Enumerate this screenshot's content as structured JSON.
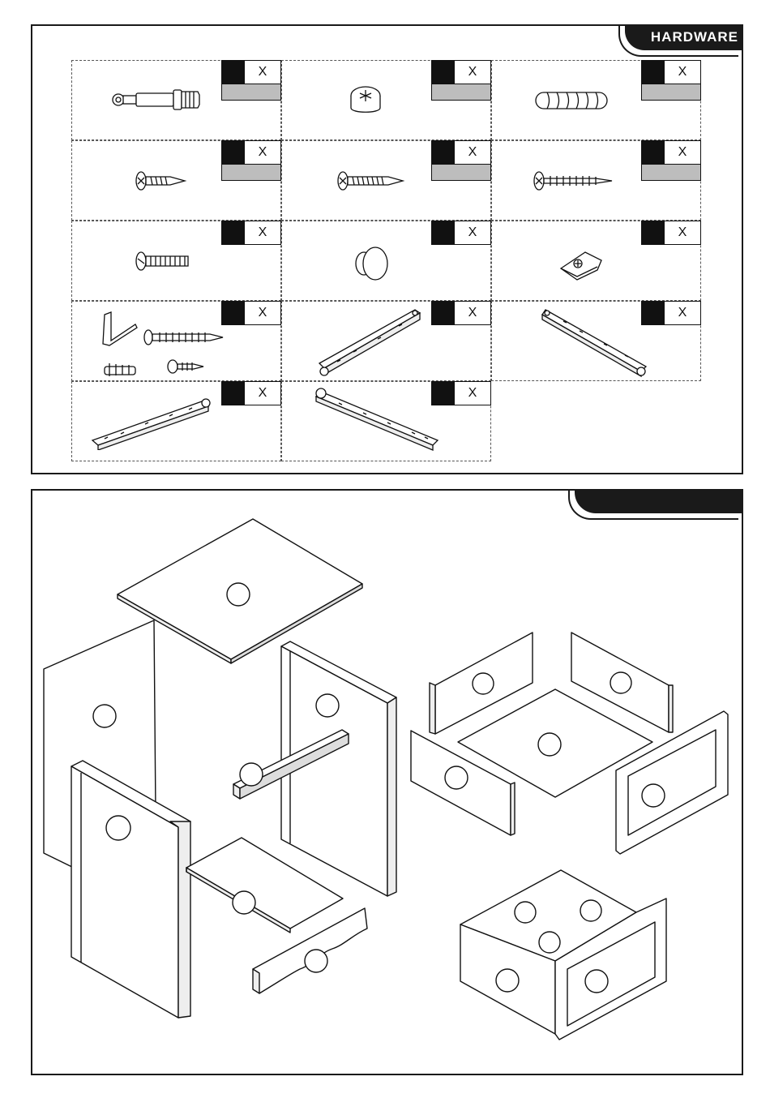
{
  "hardware": {
    "title": "HARDWARE",
    "items": [
      {
        "icon": "cam-bolt-icon",
        "qty": "X",
        "has_bar": true
      },
      {
        "icon": "cam-lock-icon",
        "qty": "X",
        "has_bar": true
      },
      {
        "icon": "wooden-dowel-icon",
        "qty": "X",
        "has_bar": true
      },
      {
        "icon": "short-screw-icon",
        "qty": "X",
        "has_bar": true
      },
      {
        "icon": "medium-screw-icon",
        "qty": "X",
        "has_bar": true
      },
      {
        "icon": "long-screw-icon",
        "qty": "X",
        "has_bar": true
      },
      {
        "icon": "machine-screw-icon",
        "qty": "X",
        "has_bar": false
      },
      {
        "icon": "knob-icon",
        "qty": "X",
        "has_bar": false
      },
      {
        "icon": "corner-bracket-icon",
        "qty": "X",
        "has_bar": false
      },
      {
        "icon": "anti-tip-kit-icon",
        "qty": "X",
        "has_bar": false
      },
      {
        "icon": "drawer-slide-left-icon",
        "qty": "X",
        "has_bar": false
      },
      {
        "icon": "drawer-slide-right-icon",
        "qty": "X",
        "has_bar": false
      },
      {
        "icon": "cabinet-rail-left-icon",
        "qty": "X",
        "has_bar": false
      },
      {
        "icon": "cabinet-rail-right-icon",
        "qty": "X",
        "has_bar": false
      }
    ]
  },
  "parts": {
    "title": ""
  }
}
